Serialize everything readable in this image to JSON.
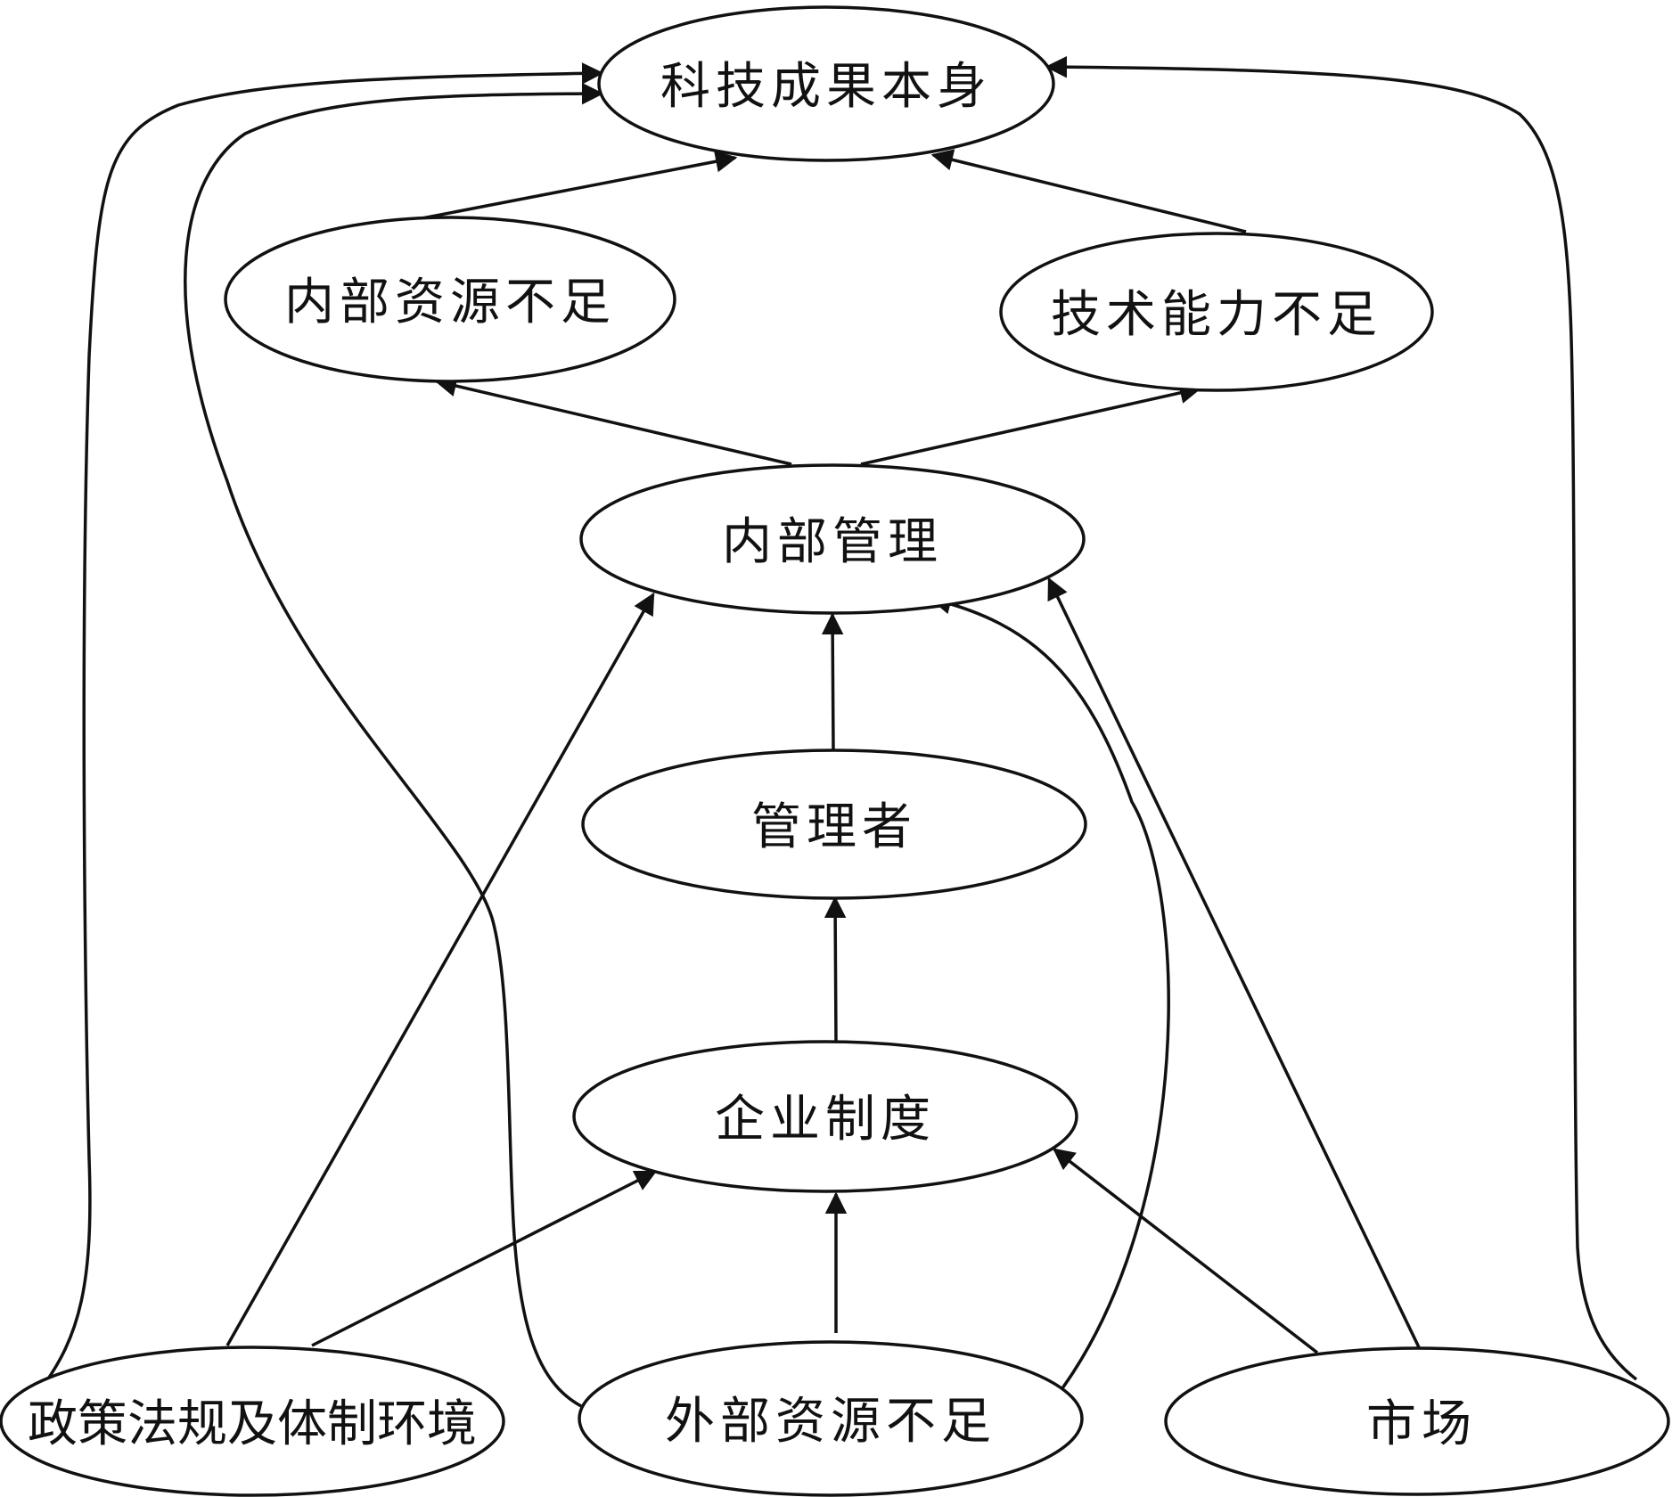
{
  "diagram": {
    "colors": {
      "stroke": "#111111",
      "background": "#ffffff"
    },
    "nodes": {
      "tech_result": {
        "label": "科技成果本身"
      },
      "internal_resource": {
        "label": "内部资源不足"
      },
      "tech_ability": {
        "label": "技术能力不足"
      },
      "internal_management": {
        "label": "内部管理"
      },
      "manager": {
        "label": "管理者"
      },
      "enterprise_system": {
        "label": "企业制度"
      },
      "policy_env": {
        "label": "政策法规及体制环境"
      },
      "external_resource": {
        "label": "外部资源不足"
      },
      "market": {
        "label": "市场"
      }
    },
    "edges": [
      {
        "from": "internal_resource",
        "to": "tech_result"
      },
      {
        "from": "tech_ability",
        "to": "tech_result"
      },
      {
        "from": "internal_management",
        "to": "internal_resource"
      },
      {
        "from": "internal_management",
        "to": "tech_ability"
      },
      {
        "from": "manager",
        "to": "internal_management"
      },
      {
        "from": "enterprise_system",
        "to": "manager"
      },
      {
        "from": "policy_env",
        "to": "internal_management"
      },
      {
        "from": "policy_env",
        "to": "enterprise_system"
      },
      {
        "from": "policy_env",
        "to": "tech_result"
      },
      {
        "from": "external_resource",
        "to": "enterprise_system"
      },
      {
        "from": "external_resource",
        "to": "internal_management"
      },
      {
        "from": "external_resource",
        "to": "tech_result"
      },
      {
        "from": "market",
        "to": "enterprise_system"
      },
      {
        "from": "market",
        "to": "internal_management"
      },
      {
        "from": "market",
        "to": "tech_result"
      }
    ]
  }
}
